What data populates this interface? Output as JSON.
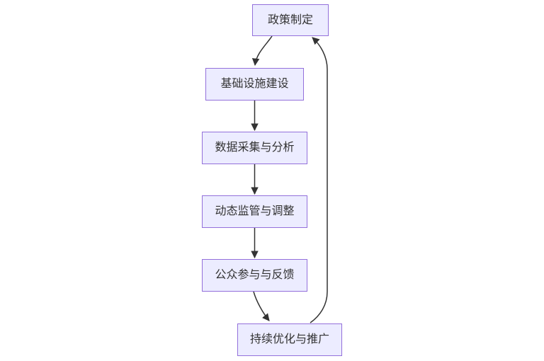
{
  "diagram": {
    "type": "flowchart",
    "direction": "top-down",
    "nodes": [
      {
        "id": "policy",
        "label": "政策制定"
      },
      {
        "id": "infra",
        "label": "基础设施建设"
      },
      {
        "id": "data",
        "label": "数据采集与分析"
      },
      {
        "id": "supervision",
        "label": "动态监管与调整"
      },
      {
        "id": "public",
        "label": "公众参与与反馈"
      },
      {
        "id": "optimize",
        "label": "持续优化与推广"
      }
    ],
    "edges": [
      {
        "from": "policy",
        "to": "infra",
        "style": "curved-down-left"
      },
      {
        "from": "infra",
        "to": "data",
        "style": "straight-down"
      },
      {
        "from": "data",
        "to": "supervision",
        "style": "straight-down"
      },
      {
        "from": "supervision",
        "to": "public",
        "style": "straight-down"
      },
      {
        "from": "public",
        "to": "optimize",
        "style": "curved-down-right"
      },
      {
        "from": "optimize",
        "to": "policy",
        "style": "feedback-loop-right"
      }
    ],
    "colors": {
      "node_fill": "#ECECFF",
      "node_border": "#9370DB",
      "edge": "#333333",
      "text": "#333333",
      "background": "#ffffff"
    }
  }
}
